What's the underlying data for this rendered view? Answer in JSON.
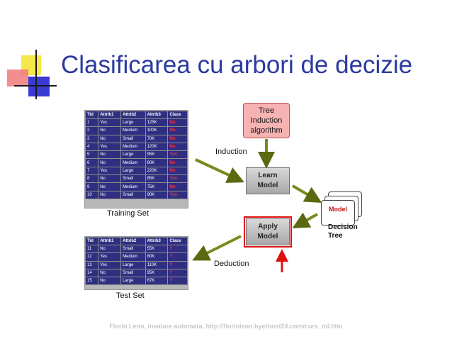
{
  "title": "Clasificarea cu arbori de decizie",
  "footer": "Florin Leon, Invatare automata, http://florinleon.byethost24.com/curs_ml.htm",
  "training": {
    "caption": "Training Set",
    "headers": [
      "Tid",
      "Attrib1",
      "Attrib2",
      "Attrib3",
      "Class"
    ],
    "rows": [
      [
        "1",
        "Yes",
        "Large",
        "125K",
        "No"
      ],
      [
        "2",
        "No",
        "Medium",
        "100K",
        "No"
      ],
      [
        "3",
        "No",
        "Small",
        "70K",
        "No"
      ],
      [
        "4",
        "Yes",
        "Medium",
        "120K",
        "No"
      ],
      [
        "5",
        "No",
        "Large",
        "95K",
        "Yes"
      ],
      [
        "6",
        "No",
        "Medium",
        "60K",
        "No"
      ],
      [
        "7",
        "Yes",
        "Large",
        "220K",
        "No"
      ],
      [
        "8",
        "No",
        "Small",
        "85K",
        "Yes"
      ],
      [
        "9",
        "No",
        "Medium",
        "75K",
        "No"
      ],
      [
        "10",
        "No",
        "Small",
        "90K",
        "Yes"
      ]
    ]
  },
  "test": {
    "caption": "Test Set",
    "headers": [
      "Tid",
      "Attrib1",
      "Attrib2",
      "Attrib3",
      "Class"
    ],
    "rows": [
      [
        "11",
        "No",
        "Small",
        "55K",
        "?"
      ],
      [
        "12",
        "Yes",
        "Medium",
        "80K",
        "?"
      ],
      [
        "13",
        "Yes",
        "Large",
        "110K",
        "?"
      ],
      [
        "14",
        "No",
        "Small",
        "95K",
        "?"
      ],
      [
        "15",
        "No",
        "Large",
        "67K",
        "?"
      ]
    ]
  },
  "flow": {
    "tree_algo": [
      "Tree",
      "Induction",
      "algorithm"
    ],
    "learn": [
      "Learn",
      "Model"
    ],
    "apply": [
      "Apply",
      "Model"
    ],
    "model": "Model",
    "decision_tree": [
      "Decision",
      "Tree"
    ],
    "induction": "Induction",
    "deduction": "Deduction"
  },
  "colors": {
    "title": "#2b3aa0",
    "table_bg": "#2f2f82",
    "arrow": "#6b7a1a",
    "highlight": "#e01010"
  }
}
